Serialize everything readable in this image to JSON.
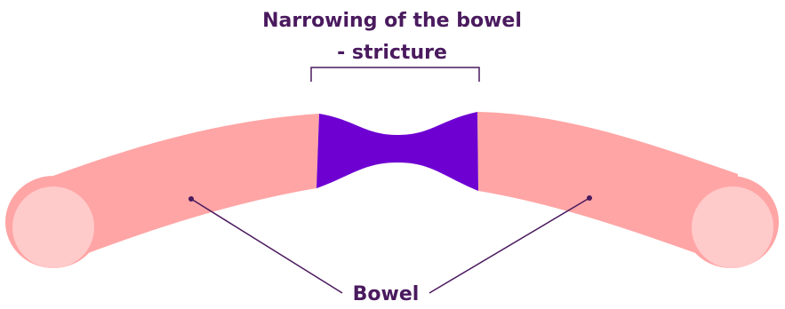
{
  "title": {
    "line1": "Narrowing of the bowel",
    "line2": "- stricture"
  },
  "bowel_label": "Bowel",
  "colors": {
    "bowel": "#ffa5a5",
    "bowel_opening": "#ffcaca",
    "stricture": "#6e00d2",
    "text": "#4a1a5e",
    "line": "#4a1a5e"
  }
}
